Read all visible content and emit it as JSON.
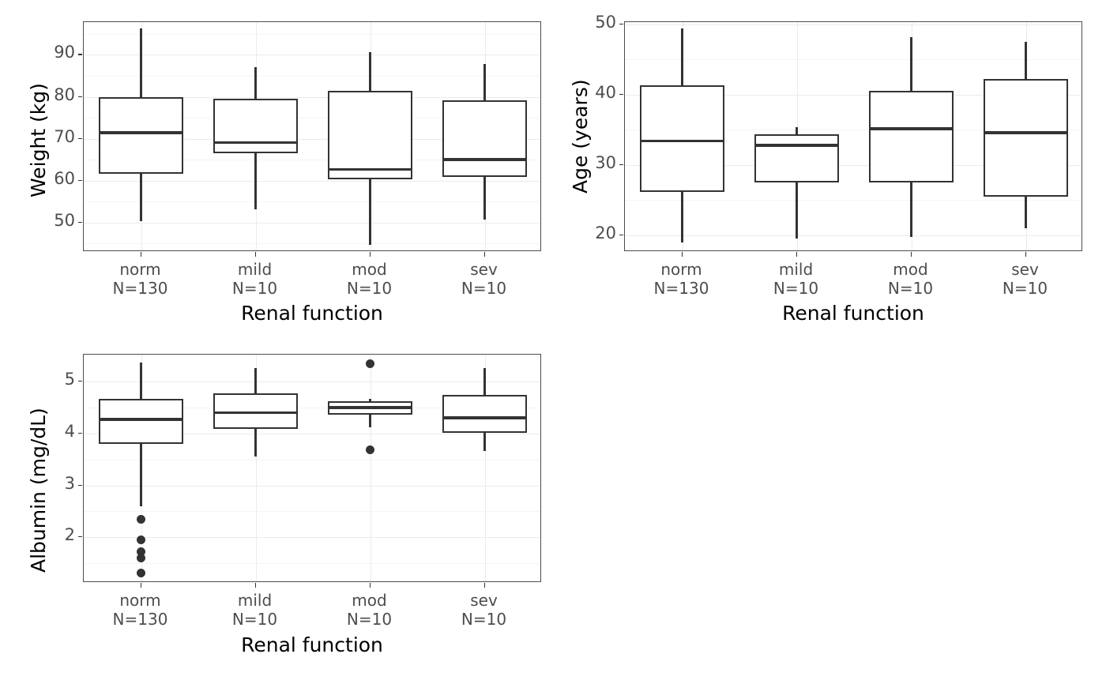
{
  "chart_data": [
    {
      "type": "box",
      "id": "weight",
      "title": "",
      "xlabel": "Renal function",
      "ylabel": "Weight (kg)",
      "ylim": [
        43.0,
        97.8
      ],
      "yticks": [
        50,
        60,
        70,
        80,
        90
      ],
      "ytick_labels": [
        "50",
        "60",
        "70",
        "80",
        "90"
      ],
      "yminor": [
        45,
        55,
        65,
        75,
        85,
        95
      ],
      "grid": true,
      "legend": "none",
      "categories": [
        "norm",
        "mild",
        "mod",
        "sev"
      ],
      "counts": [
        "N=130",
        "N=10",
        "N=10",
        "N=10"
      ],
      "boxes": [
        {
          "category": "norm",
          "lower_whisker": 50.4,
          "q1": 61.7,
          "median": 71.4,
          "q3": 80.0,
          "upper_whisker": 96.2,
          "outliers": []
        },
        {
          "category": "mild",
          "lower_whisker": 53.2,
          "q1": 66.5,
          "median": 69.1,
          "q3": 79.6,
          "upper_whisker": 87.0,
          "outliers": []
        },
        {
          "category": "mod",
          "lower_whisker": 44.6,
          "q1": 60.4,
          "median": 62.7,
          "q3": 81.4,
          "upper_whisker": 90.7,
          "outliers": []
        },
        {
          "category": "sev",
          "lower_whisker": 50.7,
          "q1": 60.8,
          "median": 65.0,
          "q3": 79.1,
          "upper_whisker": 87.9,
          "outliers": []
        }
      ]
    },
    {
      "type": "box",
      "id": "age",
      "title": "",
      "xlabel": "Renal function",
      "ylabel": "Age (years)",
      "ylim": [
        17.6,
        50.3
      ],
      "yticks": [
        20,
        30,
        40,
        50
      ],
      "ytick_labels": [
        "20",
        "30",
        "40",
        "50"
      ],
      "yminor": [
        25,
        35,
        45
      ],
      "grid": true,
      "legend": "none",
      "categories": [
        "norm",
        "mild",
        "mod",
        "sev"
      ],
      "counts": [
        "N=130",
        "N=10",
        "N=10",
        "N=10"
      ],
      "boxes": [
        {
          "category": "norm",
          "lower_whisker": 19.0,
          "q1": 26.1,
          "median": 33.4,
          "q3": 41.3,
          "upper_whisker": 49.4,
          "outliers": []
        },
        {
          "category": "mild",
          "lower_whisker": 19.5,
          "q1": 27.5,
          "median": 32.8,
          "q3": 34.3,
          "upper_whisker": 35.3,
          "outliers": []
        },
        {
          "category": "mod",
          "lower_whisker": 19.7,
          "q1": 27.5,
          "median": 35.1,
          "q3": 40.5,
          "upper_whisker": 48.2,
          "outliers": []
        },
        {
          "category": "sev",
          "lower_whisker": 21.0,
          "q1": 25.5,
          "median": 34.6,
          "q3": 42.2,
          "upper_whisker": 47.5,
          "outliers": []
        }
      ]
    },
    {
      "type": "box",
      "id": "albumin",
      "title": "",
      "xlabel": "Renal function",
      "ylabel": "Albumin (mg/dL)",
      "ylim": [
        1.12,
        5.52
      ],
      "yticks": [
        2,
        3,
        4,
        5
      ],
      "ytick_labels": [
        "2",
        "3",
        "4",
        "5"
      ],
      "yminor": [
        1.5,
        2.5,
        3.5,
        4.5,
        5.5
      ],
      "grid": true,
      "legend": "none",
      "categories": [
        "norm",
        "mild",
        "mod",
        "sev"
      ],
      "counts": [
        "N=130",
        "N=10",
        "N=10",
        "N=10"
      ],
      "boxes": [
        {
          "category": "norm",
          "lower_whisker": 2.6,
          "q1": 3.8,
          "median": 4.27,
          "q3": 4.66,
          "upper_whisker": 5.37,
          "outliers": [
            2.35,
            1.95,
            1.72,
            1.6,
            1.31
          ]
        },
        {
          "category": "mild",
          "lower_whisker": 3.56,
          "q1": 4.09,
          "median": 4.4,
          "q3": 4.77,
          "upper_whisker": 5.26,
          "outliers": []
        },
        {
          "category": "mod",
          "lower_whisker": 4.12,
          "q1": 4.37,
          "median": 4.5,
          "q3": 4.62,
          "upper_whisker": 4.67,
          "outliers": [
            5.34,
            3.69
          ]
        },
        {
          "category": "sev",
          "lower_whisker": 3.66,
          "q1": 4.01,
          "median": 4.3,
          "q3": 4.74,
          "upper_whisker": 5.26,
          "outliers": []
        }
      ]
    }
  ],
  "colors": {
    "panel_background": "#ffffff",
    "panel_border": "#4d4d4d",
    "major_grid": "#ebebeb",
    "minor_grid": "#f5f5f5",
    "box_stroke": "#333333",
    "axis_text": "#4d4d4d",
    "axis_title": "#000000"
  }
}
